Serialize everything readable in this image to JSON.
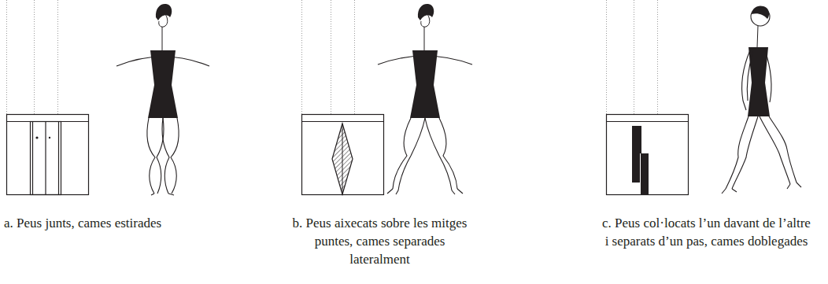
{
  "diagram": {
    "labels": [
      "a. Peus junts, cames estirades",
      "b. Peus aixecats sobre les mitges puntes, cames separades lateralment",
      "c. Peus col·locats l’un davant de l’altre i separats d’un pas, cames doblegades"
    ]
  }
}
